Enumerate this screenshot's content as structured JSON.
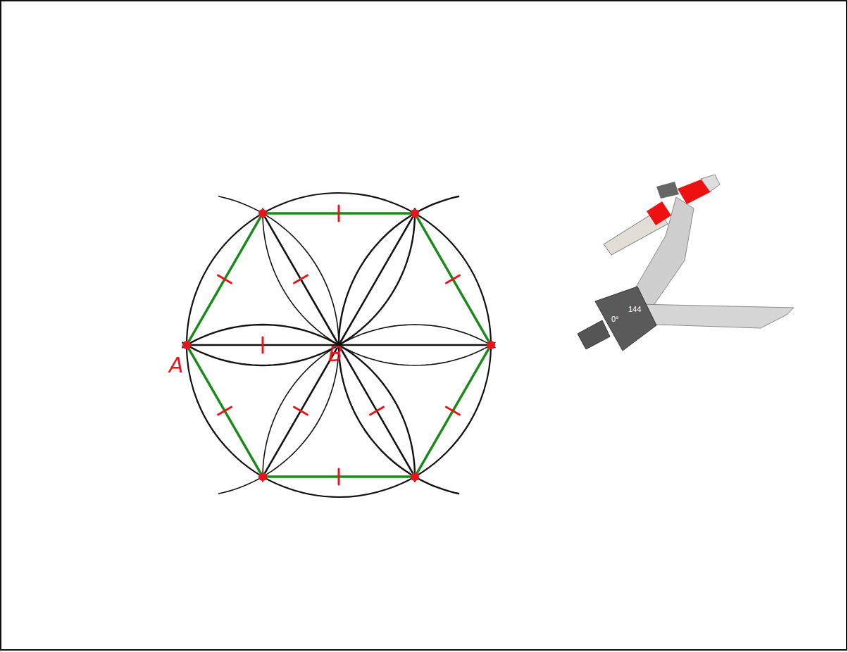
{
  "diagram": {
    "labels": [
      "A",
      "B",
      "0°",
      "144"
    ]
  }
}
